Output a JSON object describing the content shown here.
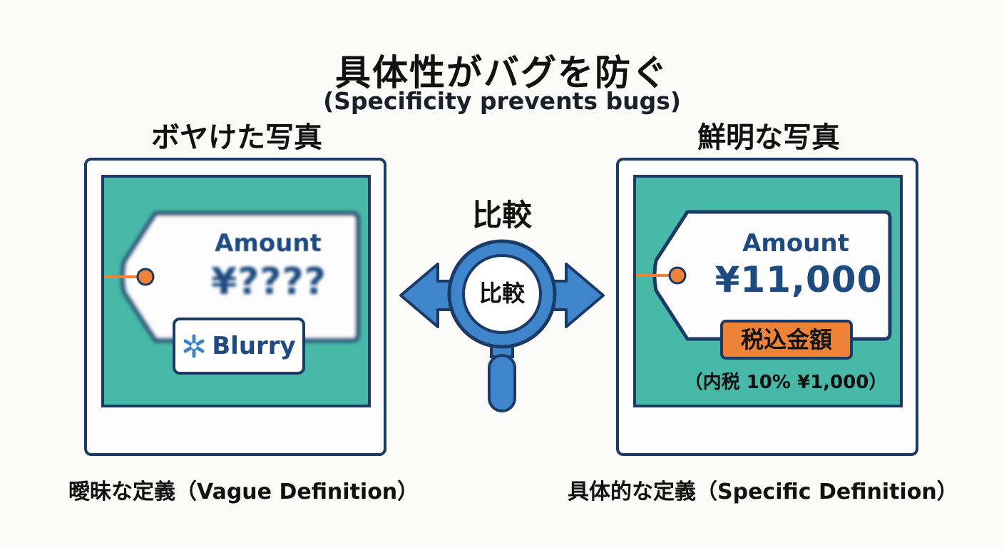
{
  "header": {
    "title": "具体性がバグを防ぐ",
    "subtitle": "(Specificity prevents bugs)"
  },
  "left_panel": {
    "heading": "ボヤけた写真",
    "tag_label": "Amount",
    "tag_value": "¥????",
    "badge_label": "Blurry",
    "badge_icon": "blur-asterisk-icon",
    "caption": "曖昧な定義（Vague Definition）"
  },
  "center": {
    "label": "比較",
    "magnifier_label": "比較",
    "icon": "magnifier-icon"
  },
  "right_panel": {
    "heading": "鮮明な写真",
    "tag_label": "Amount",
    "tag_value": "¥11,000",
    "badge_label": "税込金額",
    "note": "（内税 10% ¥1,000）",
    "caption": "具体的な定義（Specific Definition）"
  },
  "colors": {
    "teal": "#48b9a8",
    "navy": "#1b3b66",
    "blue": "#3f85cc",
    "orange": "#ee8338"
  }
}
